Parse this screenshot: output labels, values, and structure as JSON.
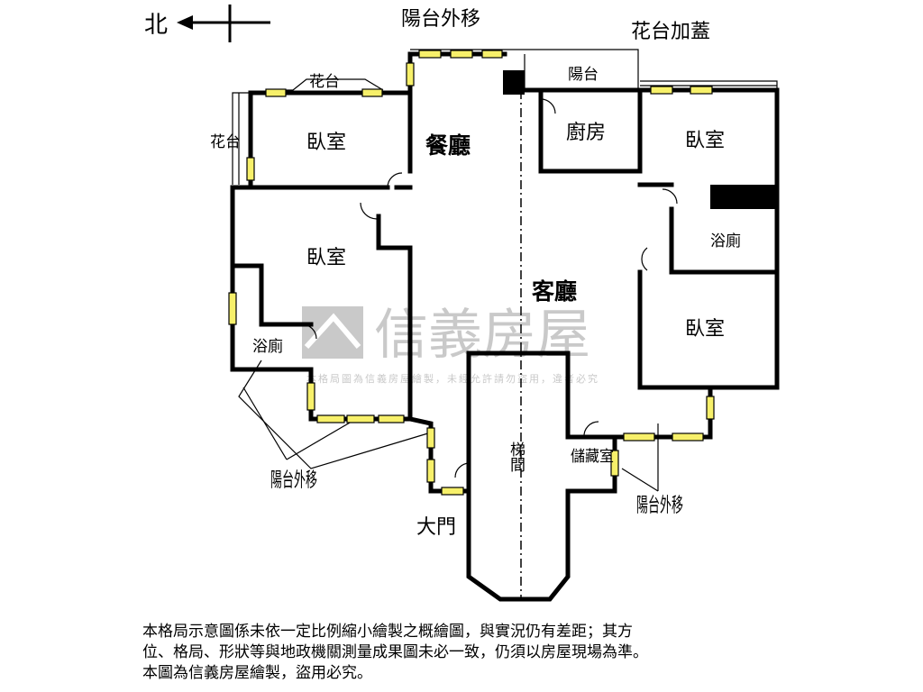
{
  "compass": {
    "north_label": "北"
  },
  "rooms": {
    "bedroom_top_left": "臥室",
    "bedroom_left": "臥室",
    "bedroom_top_right": "臥室",
    "bedroom_right": "臥室",
    "dining": "餐廳",
    "living": "客廳",
    "kitchen": "廚房",
    "bath_left": "浴廁",
    "bath_right": "浴廁",
    "balcony_top": "陽台",
    "planter_top": "花台",
    "planter_left": "花台",
    "stairwell": "梯間",
    "storage": "儲藏室",
    "main_door": "大門"
  },
  "annotations": {
    "balcony_move_top": "陽台外移",
    "planter_cover": "花台加蓋",
    "balcony_move_left": "陽台外移",
    "balcony_move_right": "陽台外移"
  },
  "watermark": {
    "brand": "信義房屋",
    "notice": "本格局圖為信義房屋繪製，未經允許請勿盜用，違者必究"
  },
  "disclaimer": [
    "本格局示意圖係未依一定比例縮小繪製之概繪圖，與實況仍有差距；其方",
    "位、格局、形狀等與地政機關測量成果圖未必一致，仍須以房屋現場為準。",
    "本圖為信義房屋繪製，盜用必究。"
  ]
}
